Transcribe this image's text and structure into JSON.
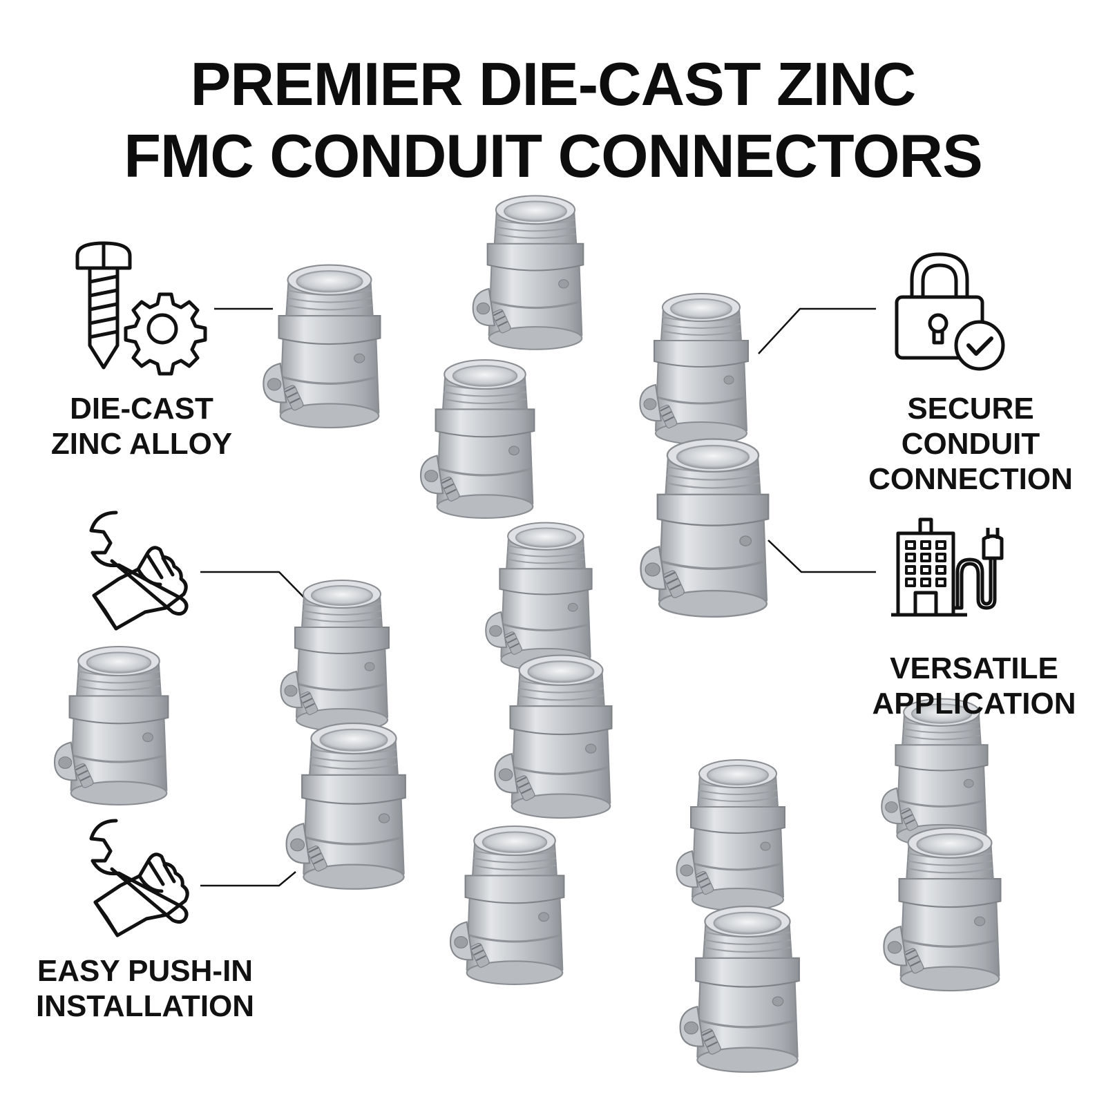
{
  "title": {
    "line1": "PREMIER DIE-CAST ZINC",
    "line2": "FMC CONDUIT CONNECTORS"
  },
  "features": [
    {
      "icon": "screw-gear-icon",
      "lines": [
        "DIE-CAST",
        "ZINC ALLOY"
      ]
    },
    {
      "icon": "padlock-check-icon",
      "lines": [
        "SECURE",
        "CONDUIT",
        "CONNECTION"
      ]
    },
    {
      "icon": "building-plug-icon",
      "lines": [
        "VERSATILE",
        "APPLICATION"
      ]
    },
    {
      "icon": "hand-wrench-icon",
      "lines": [
        "EASY PUSH-IN",
        "INSTALLATION"
      ]
    }
  ],
  "colors": {
    "text": "#111111",
    "metal": "#c9cbce",
    "metal_dark": "#8e9297",
    "metal_light": "#eceef0"
  }
}
